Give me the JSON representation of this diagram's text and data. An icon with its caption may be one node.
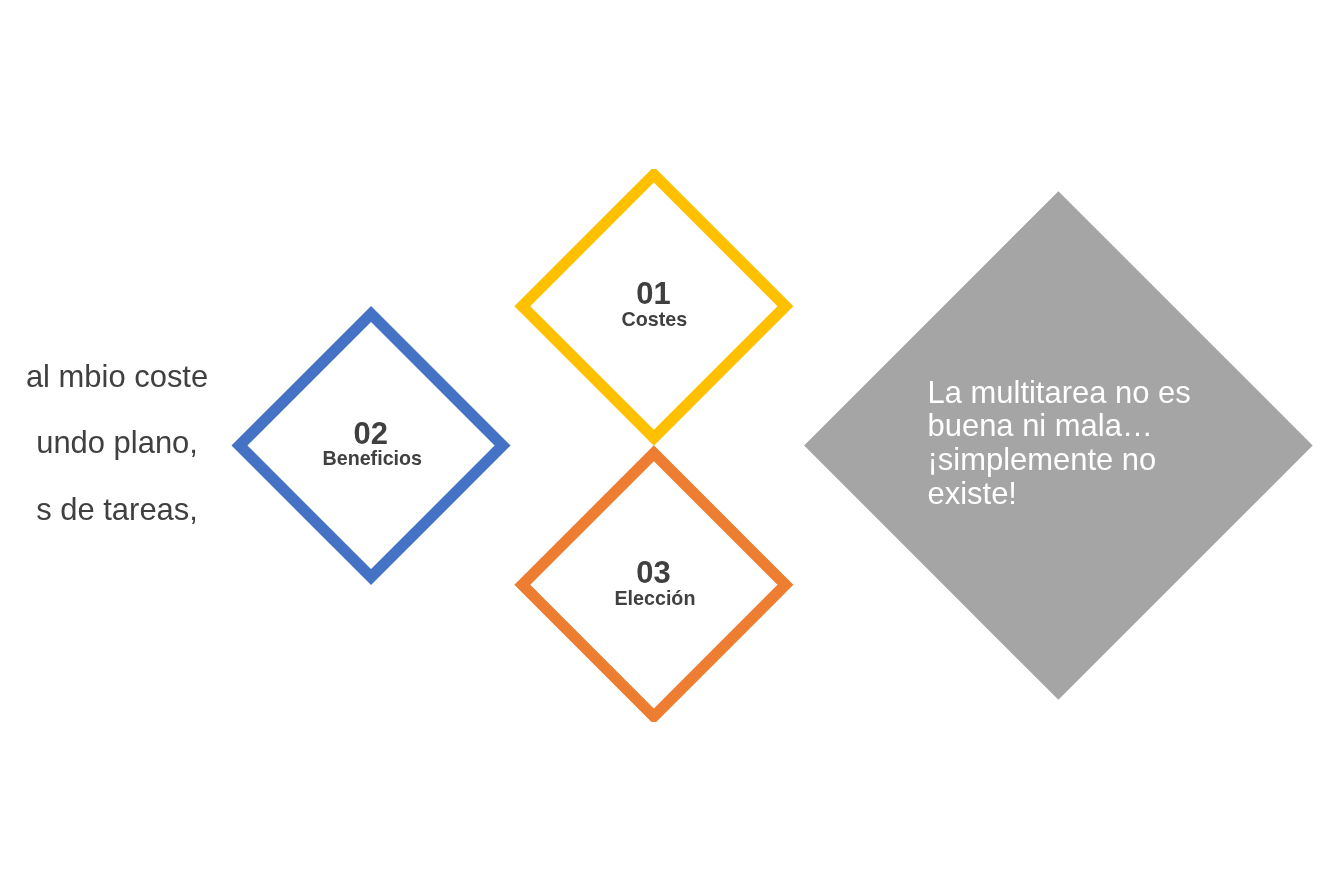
{
  "diagram": {
    "nodes": [
      {
        "text": [
          "01",
          "Costes"
        ]
      },
      {
        "text": [
          "02",
          "Beneficios"
        ]
      },
      {
        "text": [
          "03",
          "Elección"
        ]
      },
      {
        "text": [
          "La multitarea no es buena ni mala… ¡simplemente no existe!"
        ]
      }
    ],
    "labels": [
      "al mbio coste",
      "undo plano,",
      "s de tareas,"
    ]
  }
}
